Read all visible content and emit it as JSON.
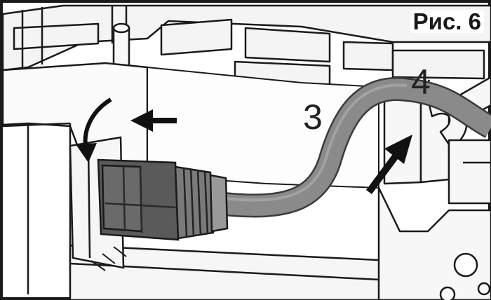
{
  "figure": {
    "title": "Рис. 6"
  },
  "callouts": [
    {
      "label": "3"
    },
    {
      "label": "4"
    }
  ],
  "colors": {
    "line": "#1a1a1a",
    "hose": "#8a8a8a",
    "hose_edge": "#3a3a3a",
    "arrow": "#111111",
    "panel": "#f7f7f7"
  }
}
